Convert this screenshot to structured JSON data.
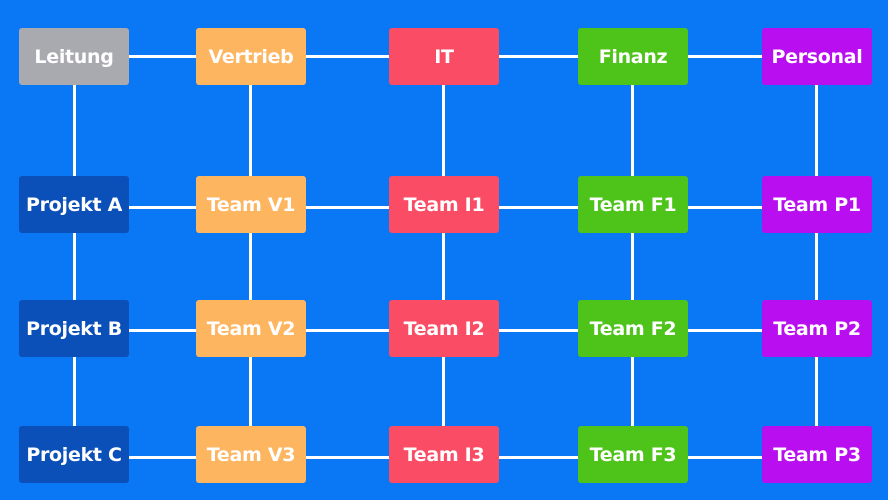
{
  "colors": {
    "background": "#0a78f5",
    "connector": "#ffffff",
    "leitung": "#a9a9b0",
    "projekt": "#0b4fb9",
    "vertrieb": "#fdb560",
    "it": "#fa4c64",
    "finanz": "#4ec31a",
    "personal": "#b80ef0"
  },
  "top_row": [
    "Leitung",
    "Vertrieb",
    "IT",
    "Finanz",
    "Personal"
  ],
  "projects": [
    "Projekt A",
    "Projekt B",
    "Projekt C"
  ],
  "teams": [
    [
      "Team V1",
      "Team I1",
      "Team F1",
      "Team P1"
    ],
    [
      "Team V2",
      "Team I2",
      "Team F2",
      "Team P2"
    ],
    [
      "Team V3",
      "Team I3",
      "Team F3",
      "Team P3"
    ]
  ]
}
